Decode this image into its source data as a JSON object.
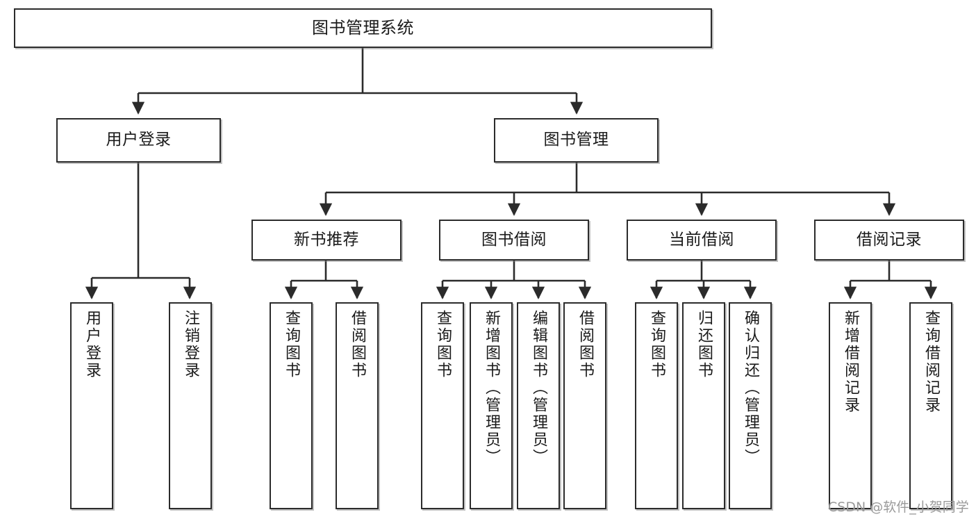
{
  "diagram": {
    "title": "图书管理系统",
    "type": "tree-hierarchy",
    "orientation": "top-down",
    "colors": {
      "box_border": "#2b2b2b",
      "box_fill": "#ffffff",
      "edge": "#2b2b2b",
      "text": "#1a1a1a",
      "watermark": "#9a9a9a"
    },
    "nodes": {
      "root": {
        "id": "root",
        "label": "图书管理系统",
        "level": 0
      },
      "level1": [
        {
          "id": "user-login",
          "label": "用户登录",
          "level": 1
        },
        {
          "id": "book-manage",
          "label": "图书管理",
          "level": 1
        }
      ],
      "level2": [
        {
          "id": "new-book-recommend",
          "label": "新书推荐",
          "level": 2,
          "parent": "book-manage"
        },
        {
          "id": "book-borrow",
          "label": "图书借阅",
          "level": 2,
          "parent": "book-manage"
        },
        {
          "id": "current-borrow",
          "label": "当前借阅",
          "level": 2,
          "parent": "book-manage"
        },
        {
          "id": "borrow-record",
          "label": "借阅记录",
          "level": 2,
          "parent": "book-manage"
        }
      ],
      "leaves": [
        {
          "id": "leaf-user-login",
          "label": "用户登录",
          "parent": "user-login"
        },
        {
          "id": "leaf-logout-login",
          "label": "注销登录",
          "parent": "user-login"
        },
        {
          "id": "leaf-query-book-1",
          "label": "查询图书",
          "parent": "new-book-recommend"
        },
        {
          "id": "leaf-borrow-book-1",
          "label": "借阅图书",
          "parent": "new-book-recommend"
        },
        {
          "id": "leaf-query-book-2",
          "label": "查询图书",
          "parent": "book-borrow"
        },
        {
          "id": "leaf-add-book",
          "label": "新增图书（管理员）",
          "parent": "book-borrow"
        },
        {
          "id": "leaf-edit-book",
          "label": "编辑图书（管理员）",
          "parent": "book-borrow"
        },
        {
          "id": "leaf-borrow-book-2",
          "label": "借阅图书",
          "parent": "book-borrow"
        },
        {
          "id": "leaf-query-book-3",
          "label": "查询图书",
          "parent": "current-borrow"
        },
        {
          "id": "leaf-return-book",
          "label": "归还图书",
          "parent": "current-borrow"
        },
        {
          "id": "leaf-confirm-return",
          "label": "确认归还（管理员）",
          "parent": "current-borrow"
        },
        {
          "id": "leaf-add-record",
          "label": "新增借阅记录",
          "parent": "borrow-record"
        },
        {
          "id": "leaf-query-record",
          "label": "查询借阅记录",
          "parent": "borrow-record"
        }
      ]
    }
  },
  "watermark": {
    "text": "CSDN @软件_小贺同学"
  }
}
